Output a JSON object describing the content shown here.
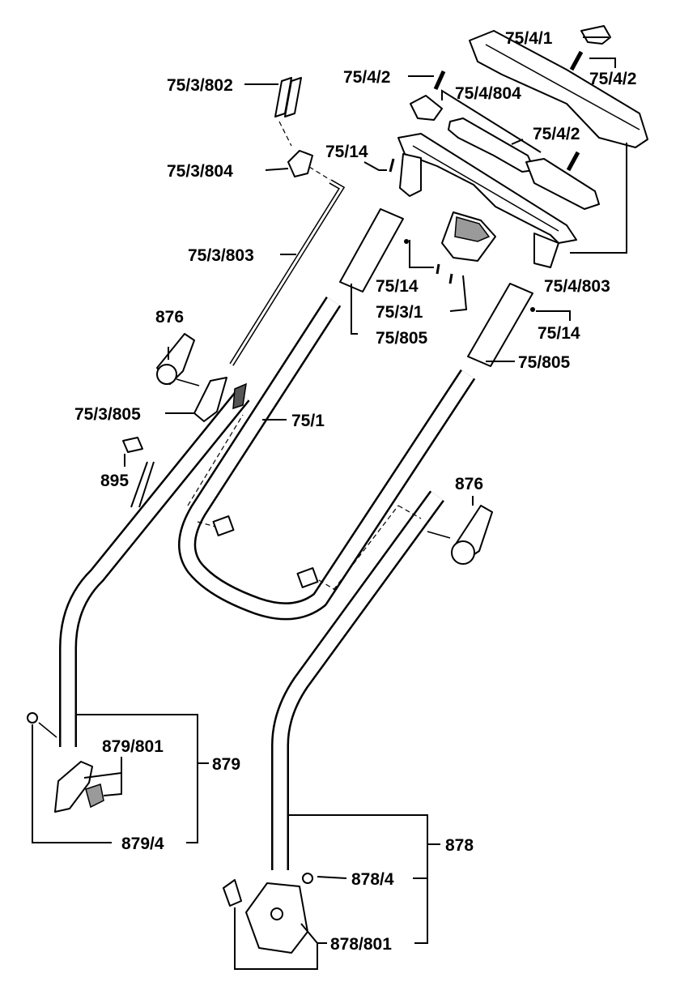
{
  "labels": {
    "p75_4_1": "75/4/1",
    "p75_4_2_top": "75/4/2",
    "p75_4_2_right": "75/4/2",
    "p75_4_804": "75/4/804",
    "p75_4_2_mid": "75/4/2",
    "p75_3_802": "75/3/802",
    "p75_14_top": "75/14",
    "p75_3_804": "75/3/804",
    "p75_3_803": "75/3/803",
    "p75_14_mid": "75/14",
    "p75_4_803": "75/4/803",
    "p75_3_1": "75/3/1",
    "p876_top": "876",
    "p75_805_left": "75/805",
    "p75_14_right": "75/14",
    "p75_805_right": "75/805",
    "p75_3_805": "75/3/805",
    "p75_1": "75/1",
    "p895": "895",
    "p876_right": "876",
    "p879_801": "879/801",
    "p879": "879",
    "p879_4": "879/4",
    "p878": "878",
    "p878_4": "878/4",
    "p878_801": "878/801"
  }
}
